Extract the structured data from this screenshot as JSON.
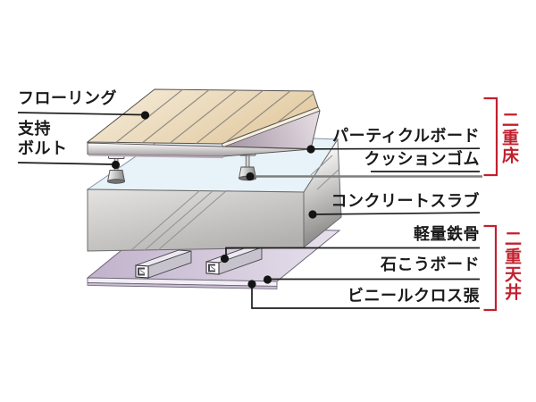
{
  "diagram": {
    "title_hint": "二重床・二重天井 構造図",
    "labels": {
      "flooring": "フローリング",
      "support_bolt": "支持\nボルト",
      "particle_board": "パーティクルボード",
      "cushion_rubber": "クッションゴム",
      "concrete_slab": "コンクリートスラブ",
      "light_steel": "軽量鉄骨",
      "gypsum_board": "石こうボード",
      "vinyl_cloth": "ビニールクロス張"
    },
    "brackets": {
      "double_floor": "二重床",
      "double_ceiling": "二重天井"
    },
    "colors": {
      "accent_red": "#c2202d",
      "label_text": "#1a1a1a",
      "leader_gray": "#7e7e7e",
      "wood_top": "#ecd9b4",
      "particle_board": "#c5b5c3",
      "slab_top_blue": "#e8f2f9",
      "slab_gray": "#c7c5c3",
      "ceiling_board": "#d5cade",
      "steel_channel": "#e8e7ec"
    }
  }
}
